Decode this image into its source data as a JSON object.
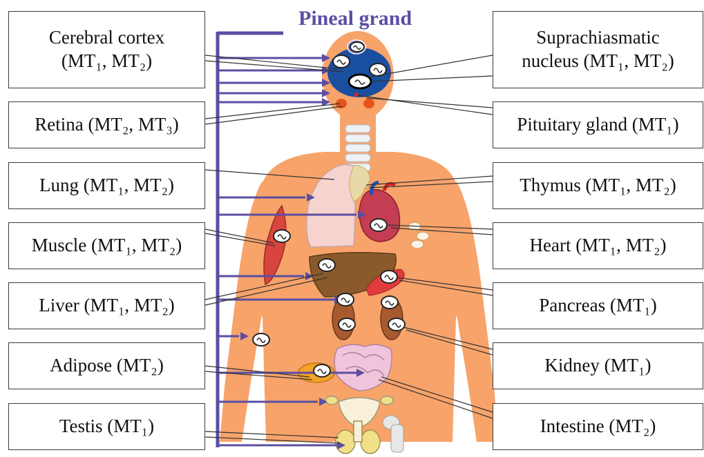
{
  "title": "Pineal grand",
  "colors": {
    "accent": "#5b4ea3",
    "body": "#f7a36a",
    "brain": "#1a4fa0",
    "text": "#111111"
  },
  "left_labels": [
    {
      "id": "cerebral",
      "lines": [
        "Cerebral  cortex",
        "(MT₁, MT₂)"
      ]
    },
    {
      "id": "retina",
      "lines": [
        "Retina (MT₂, MT₃)"
      ]
    },
    {
      "id": "lung",
      "lines": [
        "Lung (MT₁, MT₂)"
      ]
    },
    {
      "id": "muscle",
      "lines": [
        "Muscle (MT₁, MT₂)"
      ]
    },
    {
      "id": "liver",
      "lines": [
        "Liver (MT₁, MT₂)"
      ]
    },
    {
      "id": "adipose",
      "lines": [
        "Adipose (MT₂)"
      ]
    },
    {
      "id": "testis",
      "lines": [
        "Testis (MT₁)"
      ]
    }
  ],
  "right_labels": [
    {
      "id": "scn",
      "lines": [
        "Suprachiasmatic",
        "nucleus (MT₁, MT₂)"
      ]
    },
    {
      "id": "pituitary",
      "lines": [
        "Pituitary  gland  (MT₁)"
      ]
    },
    {
      "id": "thymus",
      "lines": [
        "Thymus (MT₁, MT₂)"
      ]
    },
    {
      "id": "heart",
      "lines": [
        "Heart (MT₁, MT₂)"
      ]
    },
    {
      "id": "pancreas",
      "lines": [
        "Pancreas  (MT₁)"
      ]
    },
    {
      "id": "kidney",
      "lines": [
        "Kidney (MT₁)"
      ]
    },
    {
      "id": "intestine",
      "lines": [
        "Intestine (MT₂)"
      ]
    }
  ]
}
